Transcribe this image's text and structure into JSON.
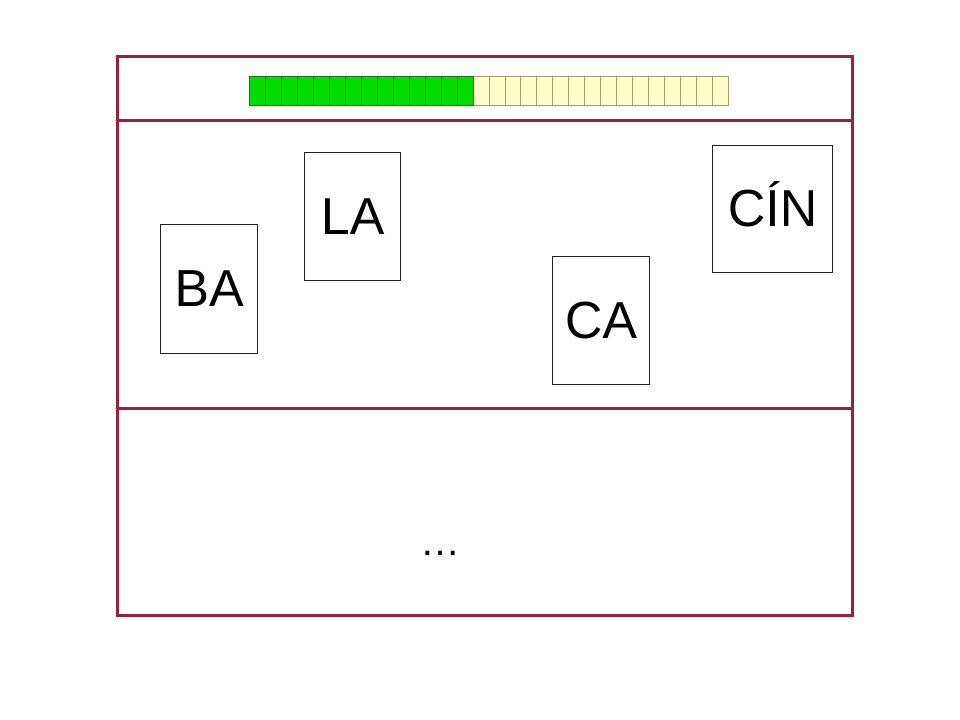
{
  "progress": {
    "filled_fraction": 0.4667,
    "total_segments": 30,
    "filled_segments": 14,
    "filled_color": "#00dd00",
    "empty_color": "#ffffcc"
  },
  "cards": [
    {
      "id": "card-la",
      "label": "LA"
    },
    {
      "id": "card-ba",
      "label": "BA"
    },
    {
      "id": "card-ca",
      "label": "CA"
    },
    {
      "id": "card-cin",
      "label": "CÍN"
    }
  ],
  "answer": {
    "text": "…"
  },
  "colors": {
    "border": "#9b1f3e"
  }
}
